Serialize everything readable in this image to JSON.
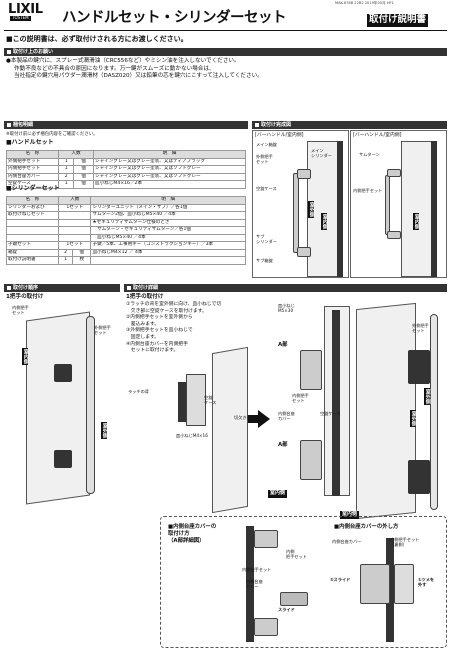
{
  "header": {
    "brand": "LIXIL",
    "brand_sub": "TOSTEM",
    "title": "ハンドルセット・シリンダーセット",
    "title_badge": "取付け説明書",
    "code": "MAK-878B 22B2 2019年05月 HF1"
  },
  "intro": "■この説明書は、必ず取付けされる方にお渡しください。",
  "precautions": {
    "heading": "取付け上のお願い",
    "lines": [
      "●本製品の鍵穴に、スプレー式潤滑油（CRC556など）やミシン油を注入しないでください。",
      "作動不良などの不具合の原因になります。万一鍵がスムーズに動かない場合は、",
      "当社指定の鍵穴用パウダー潤滑材（DASZ020）又は鉛筆の芯を鍵穴にこすって注入してください。"
    ]
  },
  "parts": {
    "heading": "梱包明細",
    "note": "※取付け前に必ず梱包内容をご確認ください。",
    "handle_set": {
      "heading": "■ハンドルセット",
      "cols": [
        "名　称",
        "入数",
        "明　細"
      ],
      "rows": [
        [
          "外側把手セット",
          "1",
          "個",
          "シャイングレー又はグレー塗装、又はディアブラック"
        ],
        [
          "内側把手セット",
          "1",
          "個",
          "シャイングレー又はグレー塗装、又はソフトグレー"
        ],
        [
          "内側台座カバー",
          "2",
          "個",
          "シャイングレー又はグレー塗装、又はソフトグレー"
        ],
        [
          "空錠ケース",
          "1",
          "個",
          "皿小ねじM4×16／2本"
        ]
      ]
    },
    "cylinder_set": {
      "heading": "■シリンダーセット",
      "cols": [
        "名　称",
        "入数",
        "明　細"
      ],
      "rows": [
        [
          "シリンダーおよび",
          "1セット",
          "シリンダーユニット（メイン・サブ）／各1個"
        ],
        [
          "取付けねじセット",
          "",
          "サムターン2個、皿小ねじM5×40 ／4本"
        ],
        [
          "",
          "",
          "★セキュリティサムターン仕様のとき"
        ],
        [
          "",
          "",
          "　サムターン・セキュリティサムターン／各1個"
        ],
        [
          "",
          "",
          "　皿小ねじM5×40 ／4本"
        ],
        [
          "子鍵セット",
          "1セット",
          "子鍵／5本、工事用キー（コンストラクションキー）／3本"
        ],
        [
          "箱錠",
          "2",
          "個",
          "皿小ねじM4×12 ／ 4本"
        ],
        [
          "取付け説明書",
          "1",
          "枚",
          ""
        ]
      ]
    }
  },
  "completed_view": {
    "heading": "取付け完成図",
    "left": {
      "title": "[バーハンドル/室内側]",
      "labels": [
        "メイン箱錠",
        "メイン\nシリンダー",
        "外側把手\nセット",
        "空錠ケース",
        "サブ\nシリンダー",
        "サブ箱錠"
      ],
      "room_out": "室外側",
      "room_in": "室内側"
    },
    "right": {
      "title": "[バーハンドル/室内側]",
      "labels": [
        "サムターン",
        "内側把手セット"
      ],
      "room_in": "室内側"
    }
  },
  "mount_order": {
    "heading": "取付け順序",
    "step1": "1把手の取付け",
    "labels": [
      "内側把手\nセット",
      "外側把手\nセット"
    ],
    "room_in": "室内側",
    "room_out": "室外側"
  },
  "mount_detail": {
    "heading": "取付け詳細",
    "step1": "1把手の取付け",
    "steps": [
      "①ラッチの背を室外側に向け、皿小ねじで切",
      "　欠き部に空錠ケースを取付けます。",
      "②内側把手セットを室外側から",
      "　差込みます。",
      "③外側把手セットを皿小ねじで",
      "　固定します。",
      "④内側台座カバーを内側把手",
      "　セットに取付けます。"
    ],
    "labels": {
      "latch": "ラッチの背",
      "case": "空錠\nケース",
      "screw_m4": "皿小ねじM4×16",
      "notch": "切欠き部",
      "screw_m5": "皿小ねじ\nM5×30",
      "a_part": "A部",
      "a_part2": "A部",
      "inner_handle": "内側把手\nセット",
      "inner_cover": "内側台座\nカバー",
      "empty_case": "空錠ケース",
      "outer_handle": "外側把手\nセット"
    },
    "room_in": "室内側",
    "room_out": "室外側",
    "room_in2": "室内側",
    "room_out2": "室外側"
  },
  "cover_attach": {
    "heading": "■内側台座カバーの\n取付け方\n（A部詳細図）",
    "labels": [
      "内側\n把手セット",
      "内側把手セット",
      "内側台座\nカバー",
      "スライド"
    ]
  },
  "cover_remove": {
    "heading": "■内側台座カバーの外し方",
    "labels": [
      "内側台座カバー",
      "内側把手セット\n（裏側）",
      "②スライド",
      "①ツメを\n外す"
    ]
  }
}
